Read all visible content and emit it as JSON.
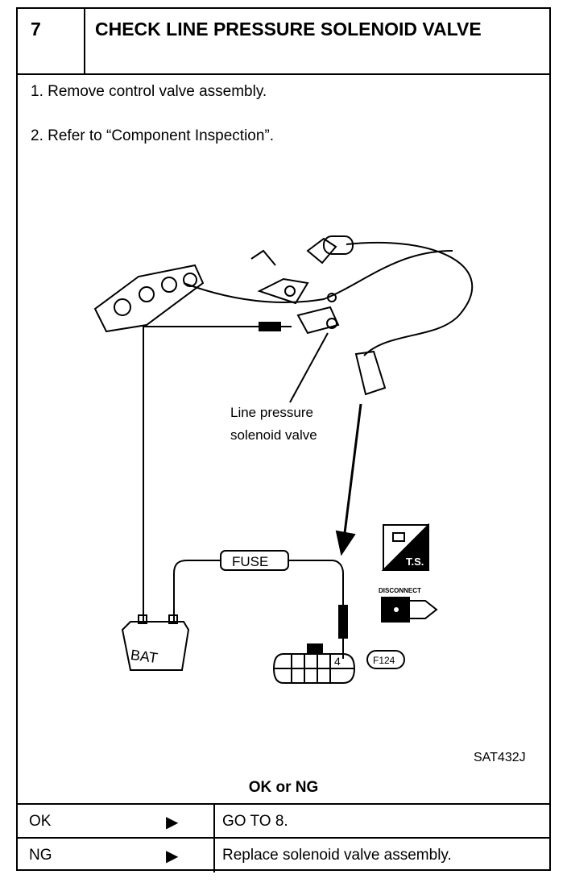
{
  "header": {
    "step_number": "7",
    "title": "CHECK LINE PRESSURE SOLENOID VALVE"
  },
  "instructions": [
    "1.  Remove control valve assembly.",
    "2.  Refer to “Component Inspection”."
  ],
  "figure": {
    "callout": [
      "Line pressure",
      "solenoid valve"
    ],
    "fuse_label": "FUSE",
    "battery_label": "BAT",
    "terminal_number": "4",
    "connector_id": "F124",
    "ts_label": "T.S.",
    "disconnect_label": "DISCONNECT",
    "figure_code": "SAT432J"
  },
  "decision": {
    "prompt": "OK or NG",
    "rows": [
      {
        "condition": "OK",
        "action": "GO TO 8."
      },
      {
        "condition": "NG",
        "action": "Replace solenoid valve assembly."
      }
    ]
  }
}
